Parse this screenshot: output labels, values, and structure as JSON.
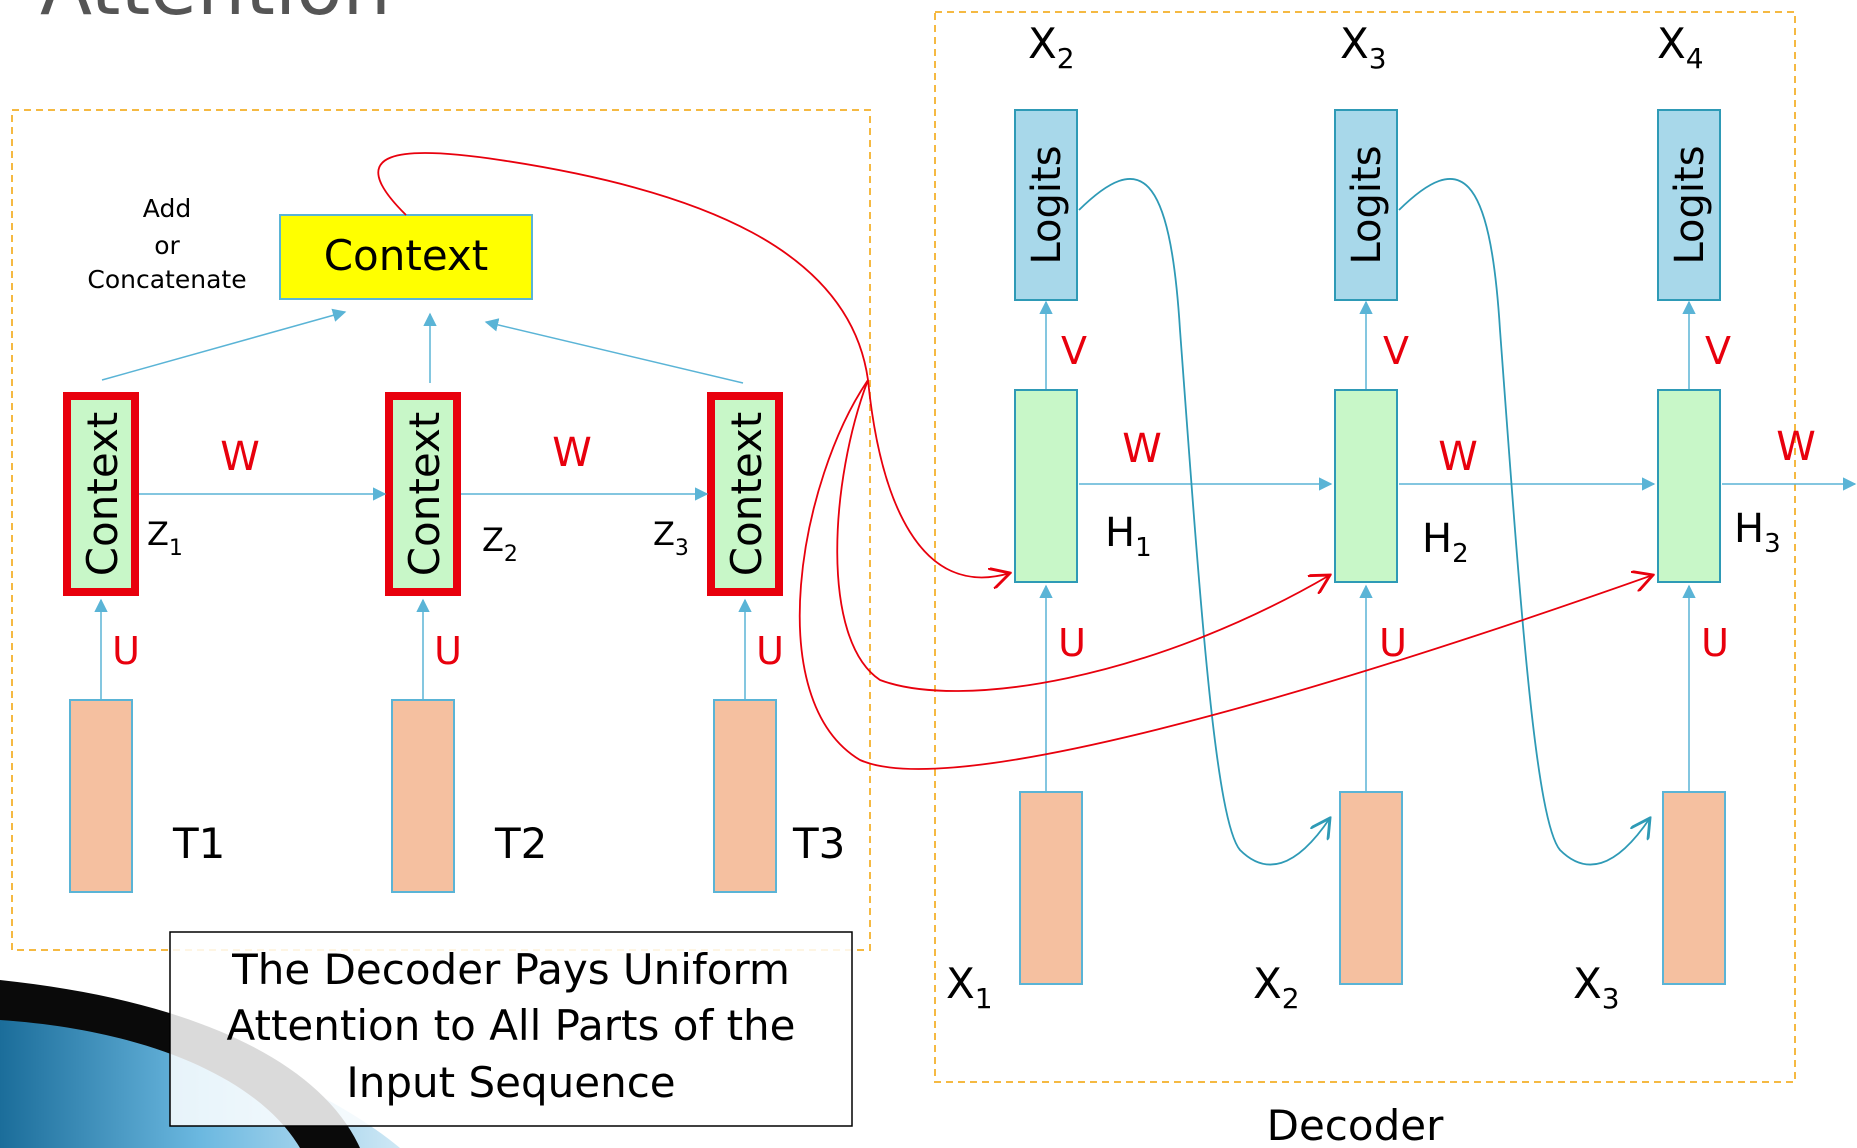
{
  "title": "Attention",
  "context_box": {
    "label": "Context"
  },
  "combine_note": {
    "line1": "Add",
    "line2": "or",
    "line3": "Concatenate"
  },
  "encoder": {
    "context_label": "Context",
    "inputs": [
      "T1",
      "T2",
      "T3"
    ],
    "hidden": [
      {
        "main": "Z",
        "sub": "1"
      },
      {
        "main": "Z",
        "sub": "2"
      },
      {
        "main": "Z",
        "sub": "3"
      }
    ],
    "w_label": "W",
    "u_label": "U"
  },
  "decoder": {
    "label": "Decoder",
    "logits_label": "Logits",
    "v_label": "V",
    "w_label": "W",
    "u_label": "U",
    "outputs": [
      {
        "main": "X",
        "sub": "2"
      },
      {
        "main": "X",
        "sub": "3"
      },
      {
        "main": "X",
        "sub": "4"
      }
    ],
    "hidden": [
      {
        "main": "H",
        "sub": "1"
      },
      {
        "main": "H",
        "sub": "2"
      },
      {
        "main": "H",
        "sub": "3"
      }
    ],
    "inputs": [
      {
        "main": "X",
        "sub": "1"
      },
      {
        "main": "X",
        "sub": "2"
      },
      {
        "main": "X",
        "sub": "3"
      }
    ]
  },
  "caption": {
    "line1": "The Decoder Pays Uniform",
    "line2": "Attention to All Parts of the",
    "line3": "Input Sequence"
  },
  "colors": {
    "context_fill": "#ffff00",
    "logits_fill": "#a8d8ea",
    "hidden_fill": "#c8f7c8",
    "input_fill": "#f5c0a0",
    "attention_red": "#e8000d",
    "feedback_teal": "#2e9ab6",
    "dashed_border": "#f5b942",
    "connector": "#5ab4d6"
  }
}
